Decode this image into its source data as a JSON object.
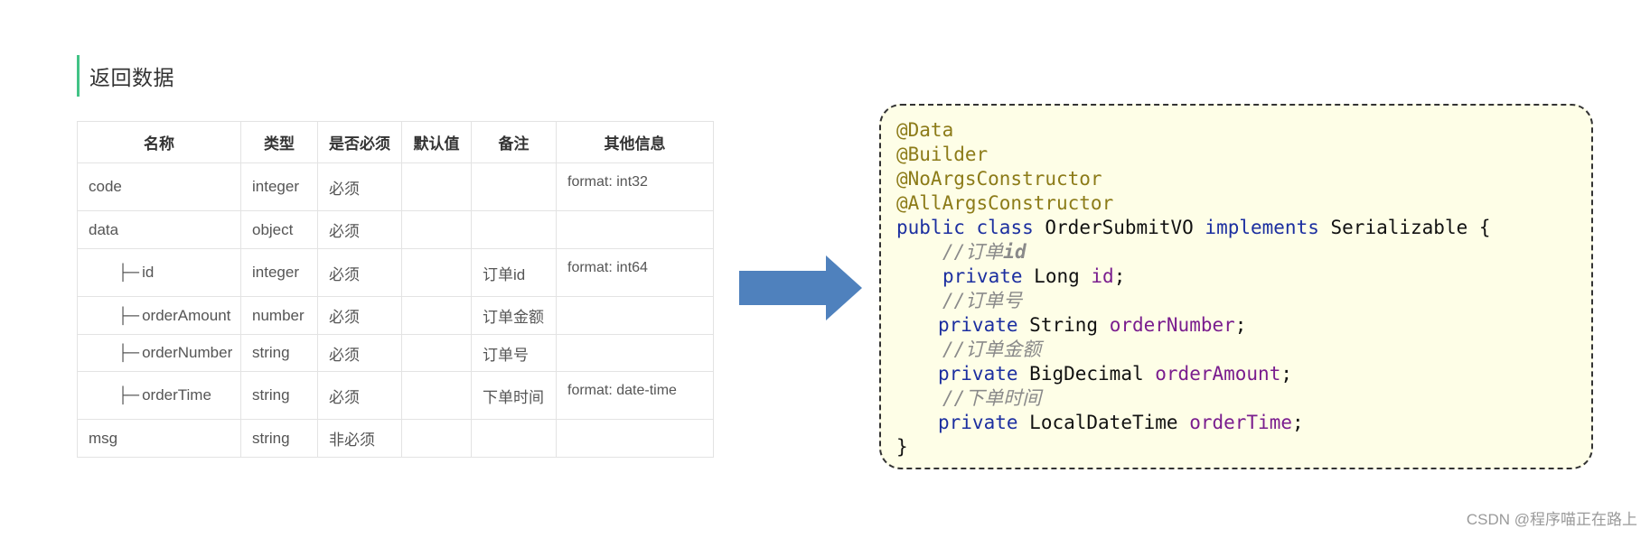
{
  "section": {
    "title": "返回数据"
  },
  "table": {
    "headers": [
      "名称",
      "类型",
      "是否必须",
      "默认值",
      "备注",
      "其他信息"
    ],
    "tree_prefix": "├─",
    "rows": [
      {
        "name": "code",
        "type": "integer",
        "required": "必须",
        "default": "",
        "remark": "",
        "other": "format: int32"
      },
      {
        "name": "data",
        "type": "object",
        "required": "必须",
        "default": "",
        "remark": "",
        "other": ""
      },
      {
        "name": "id",
        "type": "integer",
        "required": "必须",
        "default": "",
        "remark": "订单id",
        "other": "format: int64"
      },
      {
        "name": "orderAmount",
        "type": "number",
        "required": "必须",
        "default": "",
        "remark": "订单金额",
        "other": ""
      },
      {
        "name": "orderNumber",
        "type": "string",
        "required": "必须",
        "default": "",
        "remark": "订单号",
        "other": ""
      },
      {
        "name": "orderTime",
        "type": "string",
        "required": "必须",
        "default": "",
        "remark": "下单时间",
        "other": "format: date-time"
      },
      {
        "name": "msg",
        "type": "string",
        "required": "非必须",
        "default": "",
        "remark": "",
        "other": ""
      }
    ]
  },
  "arrow": {
    "color": "#4f81bd"
  },
  "code": {
    "annotations": [
      "@Data",
      "@Builder",
      "@NoArgsConstructor",
      "@AllArgsConstructor"
    ],
    "kw_public": "public",
    "kw_class": "class",
    "class_name": "OrderSubmitVO",
    "kw_implements": "implements",
    "interface_name": "Serializable",
    "open_brace": "{",
    "close_brace": "}",
    "kw_private": "private",
    "semicolon": ";",
    "comment_prefix": "//",
    "fields": [
      {
        "comment": "订单",
        "comment_bold": "id",
        "type": "Long",
        "name": "id"
      },
      {
        "comment": "订单号",
        "comment_bold": "",
        "type": "String",
        "name": "orderNumber"
      },
      {
        "comment": "订单金额",
        "comment_bold": "",
        "type": "BigDecimal",
        "name": "orderAmount"
      },
      {
        "comment": "下单时间",
        "comment_bold": "",
        "type": "LocalDateTime",
        "name": "orderTime"
      }
    ]
  },
  "watermark": {
    "text": "CSDN @程序喵正在路上"
  },
  "colors": {
    "heading_bar": "#42c386",
    "code_background": "#fefee7",
    "annotation": "#8c7b18",
    "keyword": "#1c2fa0",
    "field": "#7a1d8e",
    "comment": "#8a8a8a"
  }
}
